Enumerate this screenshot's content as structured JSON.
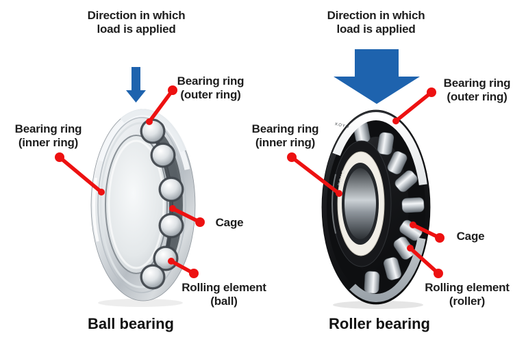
{
  "figure": {
    "left": {
      "direction": {
        "line1": "Direction in which",
        "line2": "load is applied"
      },
      "outer_ring": {
        "line1": "Bearing ring",
        "line2": "(outer ring)"
      },
      "inner_ring": {
        "line1": "Bearing ring",
        "line2": "(inner ring)"
      },
      "cage": "Cage",
      "rolling_element": {
        "line1": "Rolling element",
        "line2": "(ball)"
      },
      "caption": "Ball bearing"
    },
    "right": {
      "direction": {
        "line1": "Direction in which",
        "line2": "load is applied"
      },
      "outer_ring": {
        "line1": "Bearing ring",
        "line2": "(outer ring)"
      },
      "inner_ring": {
        "line1": "Bearing ring",
        "line2": "(inner ring)"
      },
      "cage": "Cage",
      "rolling_element": {
        "line1": "Rolling element",
        "line2": "(roller)"
      },
      "caption": "Roller bearing",
      "brand": "KOYO"
    },
    "colors": {
      "leader_red": "#ed1111",
      "arrow_blue": "#1e63ae",
      "label_text": "#1d1d1d"
    }
  }
}
